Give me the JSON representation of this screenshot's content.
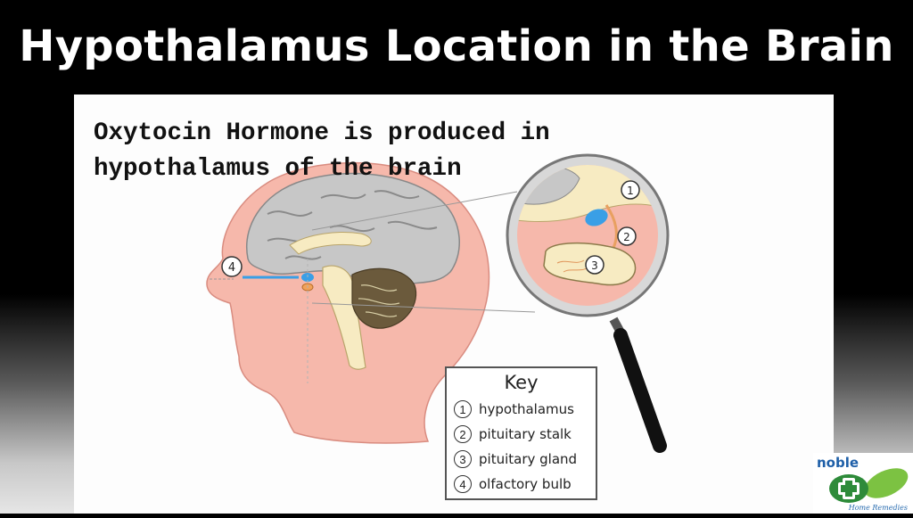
{
  "title": "Hypothalamus Location in the Brain",
  "caption": "Oxytocin Hormone is produced in\nhypothalamus of the brain",
  "diagram": {
    "markers": {
      "olfactory": "4",
      "m1": "1",
      "m2": "2",
      "m3": "3"
    }
  },
  "key": {
    "title": "Key",
    "items": [
      {
        "num": "1",
        "label": "hypothalamus"
      },
      {
        "num": "2",
        "label": "pituitary stalk"
      },
      {
        "num": "3",
        "label": "pituitary gland"
      },
      {
        "num": "4",
        "label": "olfactory bulb"
      }
    ]
  },
  "logo": {
    "word": "noble",
    "subtitle": "Home Remedies"
  },
  "colors": {
    "background": "#000000",
    "title": "#ffffff",
    "head_skin": "#f6b8ab",
    "brain": "#c7c7c7",
    "cerebellum": "#6b5a3c",
    "hypothalamus": "#3a9fe6",
    "gland": "#f7ebc2"
  }
}
